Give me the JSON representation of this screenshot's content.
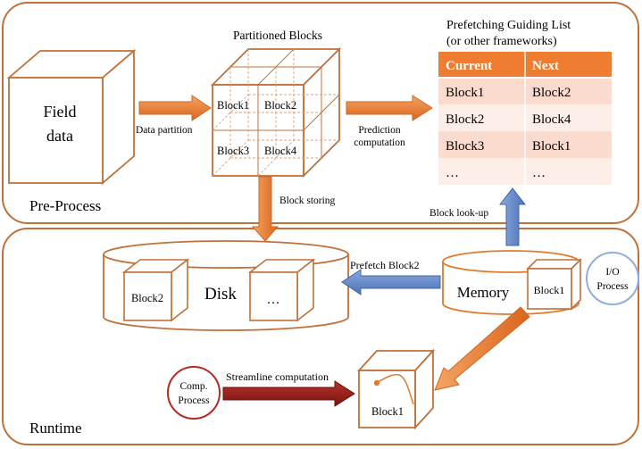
{
  "preprocess": {
    "label": "Pre-Process",
    "field_data": [
      "Field",
      "data"
    ],
    "data_partition": "Data partition",
    "partitioned_title": "Partitioned Blocks",
    "grid_blocks": [
      "Block1",
      "Block2",
      "Block3",
      "Block4"
    ],
    "prediction": [
      "Prediction",
      "computation"
    ],
    "list_title": [
      "Prefetching Guiding List",
      "(or other frameworks)"
    ],
    "table": {
      "headers": [
        "Current",
        "Next"
      ],
      "rows": [
        [
          "Block1",
          "Block2"
        ],
        [
          "Block2",
          "Block4"
        ],
        [
          "Block3",
          "Block1"
        ],
        [
          "…",
          "…"
        ]
      ]
    },
    "block_storing": "Block storing",
    "block_lookup": "Block look-up"
  },
  "runtime": {
    "label": "Runtime",
    "disk": {
      "label": "Disk",
      "block_a": "Block2",
      "block_b": "…"
    },
    "memory": {
      "label": "Memory",
      "block": "Block1"
    },
    "prefetch": "Prefetch Block2",
    "io_process": [
      "I/O",
      "Process"
    ],
    "comp_process": [
      "Comp.",
      "Process"
    ],
    "streamline": "Streamline computation",
    "result_block": "Block1"
  },
  "colors": {
    "frame": "#c0713a",
    "orange_arrow": "#e07b2e",
    "blue_arrow": "#5e86c4",
    "red_arrow": "#9b1c18",
    "table_header": "#ef7d31",
    "table_row_a": "#fadbcd",
    "table_row_b": "#fdeee8"
  }
}
